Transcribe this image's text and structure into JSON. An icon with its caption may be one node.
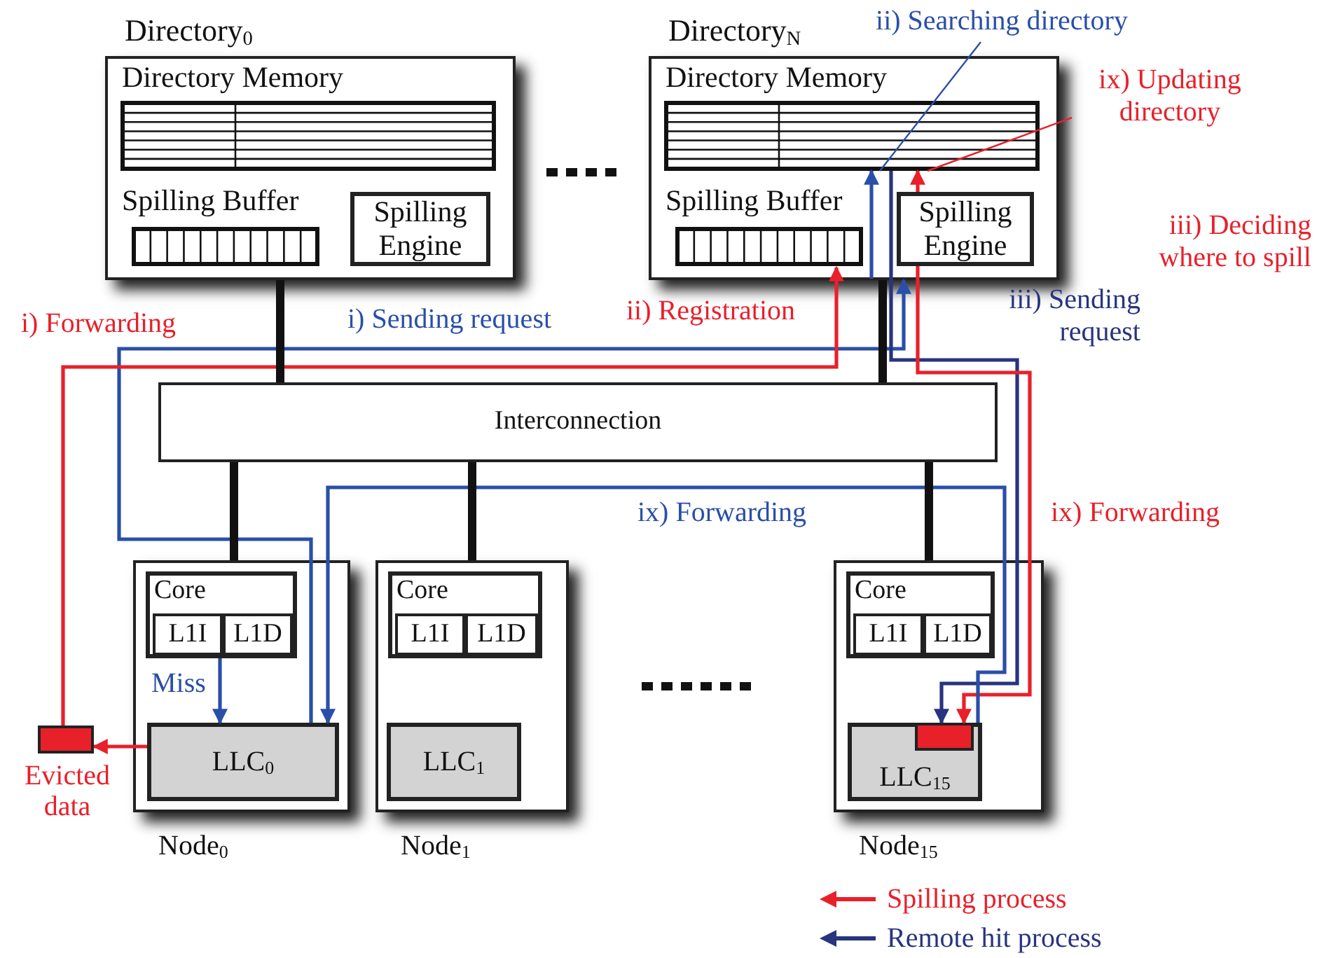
{
  "diagram": {
    "nodes": [
      {
        "text": [
          "Directory$_{0}$"
        ]
      },
      {
        "text": [
          "Directory Memory"
        ],
        "in": 0
      },
      {
        "text": [
          "Spilling Buffer"
        ],
        "in": 0
      },
      {
        "text": [
          "Spilling Engine"
        ],
        "in": 0
      },
      {
        "text": [
          "Directory$_{N}$"
        ]
      },
      {
        "text": [
          "Directory Memory"
        ],
        "in": 4
      },
      {
        "text": [
          "Spilling Buffer"
        ],
        "in": 4
      },
      {
        "text": [
          "Spilling Engine"
        ],
        "in": 4
      },
      {
        "text": [
          "Interconnection"
        ]
      },
      {
        "text": [
          "Node$_{0}$"
        ]
      },
      {
        "text": [
          "Core"
        ],
        "in": 9
      },
      {
        "text": [
          "L1I"
        ],
        "in": 10
      },
      {
        "text": [
          "L1D"
        ],
        "in": 10
      },
      {
        "text": [
          "LLC$_{0}$"
        ],
        "in": 9
      },
      {
        "text": [
          "Node$_{1}$"
        ]
      },
      {
        "text": [
          "Core"
        ],
        "in": 14
      },
      {
        "text": [
          "L1I"
        ],
        "in": 15
      },
      {
        "text": [
          "L1D"
        ],
        "in": 15
      },
      {
        "text": [
          "LLC$_{1}$"
        ],
        "in": 14
      },
      {
        "text": [
          "Node$_{15}$"
        ]
      },
      {
        "text": [
          "Core"
        ],
        "in": 19
      },
      {
        "text": [
          "L1I"
        ],
        "in": 20
      },
      {
        "text": [
          "L1D"
        ],
        "in": 20
      },
      {
        "text": [
          "LLC$_{15}$"
        ],
        "in": 19
      },
      {
        "text": [],
        "shape": "box",
        "beside": [
          "Evicted data"
        ]
      },
      {
        "text": [],
        "shape": "box",
        "in": 23
      },
      {
        "text": [
          "ii) Searching directory"
        ]
      },
      {
        "text": [
          "ix) Updating directory"
        ]
      }
    ],
    "edges": [
      {
        "from": 10,
        "to": 13,
        "arrow": "to",
        "label": "Miss",
        "color": "#2a4fa8"
      },
      {
        "from": 13,
        "to": 4,
        "arrow": "to",
        "label": "i) Sending request",
        "color": "#2a4fa8"
      },
      {
        "from": 24,
        "to": 6,
        "arrow": "to",
        "label": "i) Forwarding",
        "color": "#e8202a"
      },
      {
        "from": 13,
        "to": 24,
        "arrow": "to",
        "color": "#e8202a"
      },
      {
        "from": null,
        "to": 5,
        "arrow": "to",
        "color": "#2a4fa8"
      },
      {
        "from": 5,
        "to": 25,
        "arrow": "to",
        "label": "iii) Sending request",
        "color": "#28347f"
      },
      {
        "from": 7,
        "to": 25,
        "arrow": "to",
        "label": "ix) Forwarding",
        "color": "#e8202a"
      },
      {
        "from": 7,
        "to": 5,
        "arrow": "to",
        "color": "#e8202a"
      },
      {
        "from": 23,
        "to": 13,
        "arrow": "to",
        "label": "ix) Forwarding",
        "color": "#2a4fa8"
      },
      {
        "from": 26,
        "to": 5,
        "arrow": "none",
        "color": "#2a4fa8"
      },
      {
        "from": 27,
        "to": 5,
        "arrow": "none",
        "color": "#e8202a"
      },
      {
        "from": 0,
        "to": 8,
        "arrow": "none",
        "style": "thick",
        "color": "#111111"
      },
      {
        "from": 4,
        "to": 8,
        "arrow": "none",
        "style": "thick",
        "color": "#111111"
      },
      {
        "from": 8,
        "to": 9,
        "arrow": "none",
        "style": "thick",
        "color": "#111111"
      },
      {
        "from": 8,
        "to": 14,
        "arrow": "none",
        "style": "thick",
        "color": "#111111"
      },
      {
        "from": 8,
        "to": 19,
        "arrow": "none",
        "style": "thick",
        "color": "#111111"
      }
    ],
    "labels": [
      "ii) Registration",
      "iii) Deciding where to spill"
    ],
    "legend": [
      {
        "text": "Spilling process"
      },
      {
        "text": "Remote hit process"
      }
    ]
  }
}
